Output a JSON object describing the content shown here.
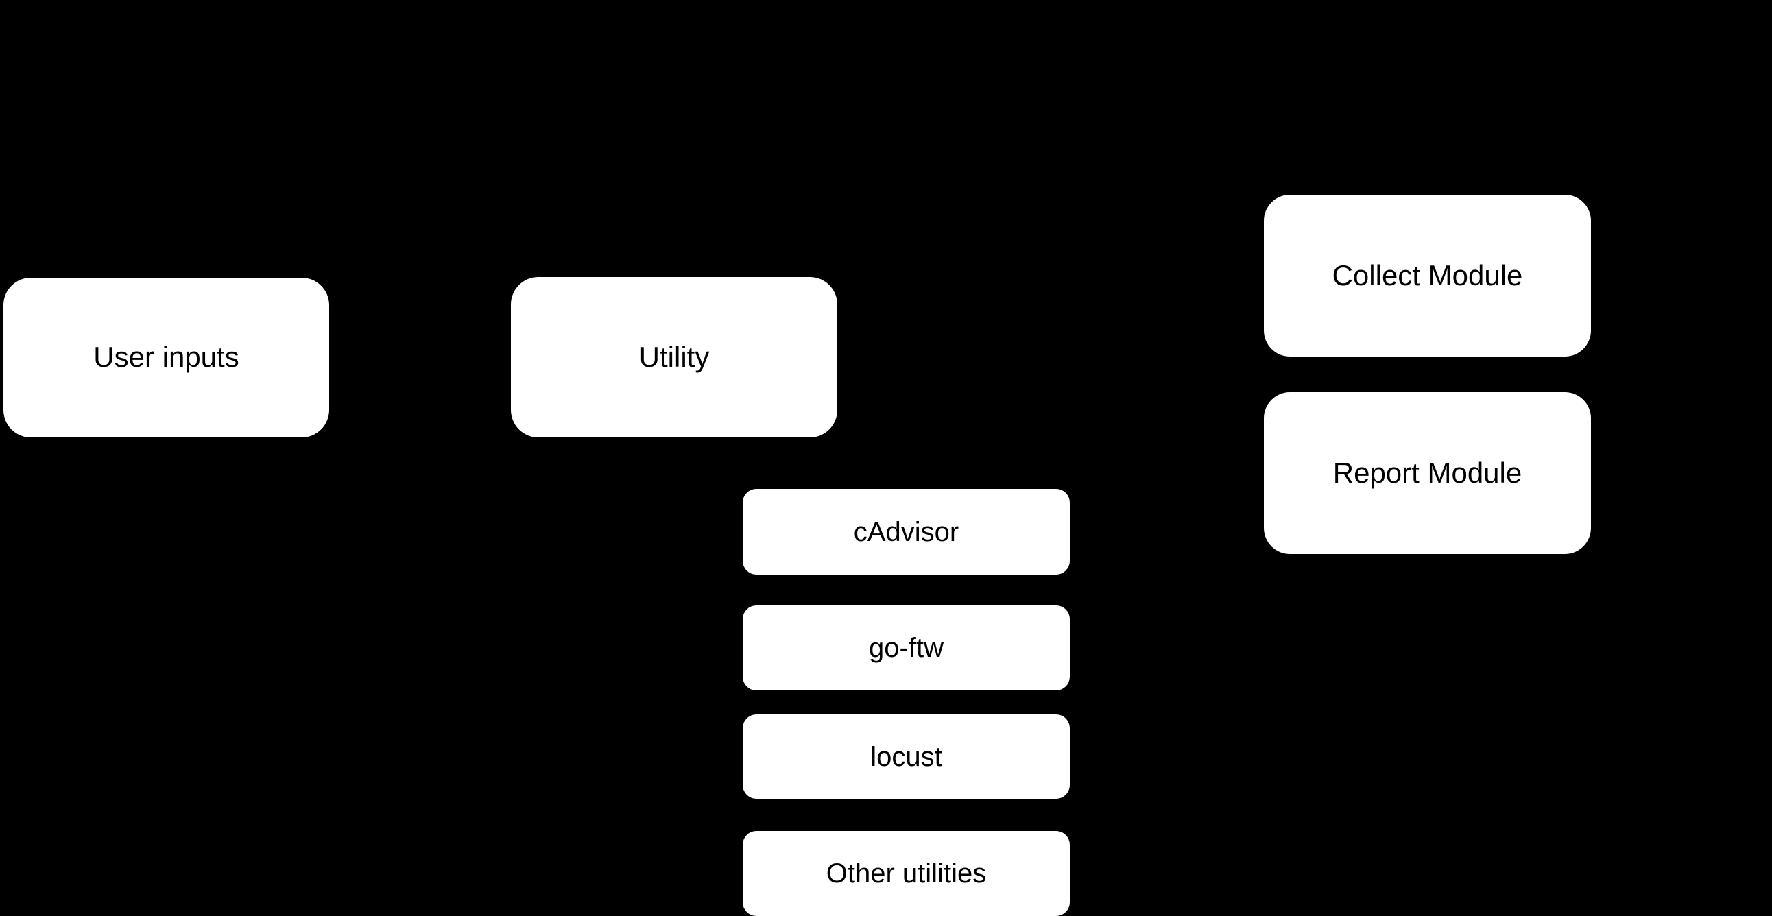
{
  "diagram": {
    "type": "block-diagram",
    "background_color": "#000000",
    "node_fill_color": "#ffffff",
    "node_text_color": "#000000",
    "columns": {
      "left": {
        "label_key": "inputs"
      },
      "middle": {
        "label_key": "utility"
      },
      "right": {
        "label_key": "modules"
      }
    },
    "inputs": [
      {
        "id": "user-inputs",
        "label": "User inputs"
      }
    ],
    "utility": [
      {
        "id": "utility",
        "label": "Utility"
      }
    ],
    "utility_children": [
      {
        "id": "cadvisor",
        "label": "cAdvisor"
      },
      {
        "id": "go-ftw",
        "label": "go-ftw"
      },
      {
        "id": "locust",
        "label": "locust"
      },
      {
        "id": "other-utilities",
        "label": "Other utilities"
      }
    ],
    "modules": [
      {
        "id": "collect-module",
        "label": "Collect Module"
      },
      {
        "id": "report-module",
        "label": "Report Module"
      }
    ]
  }
}
